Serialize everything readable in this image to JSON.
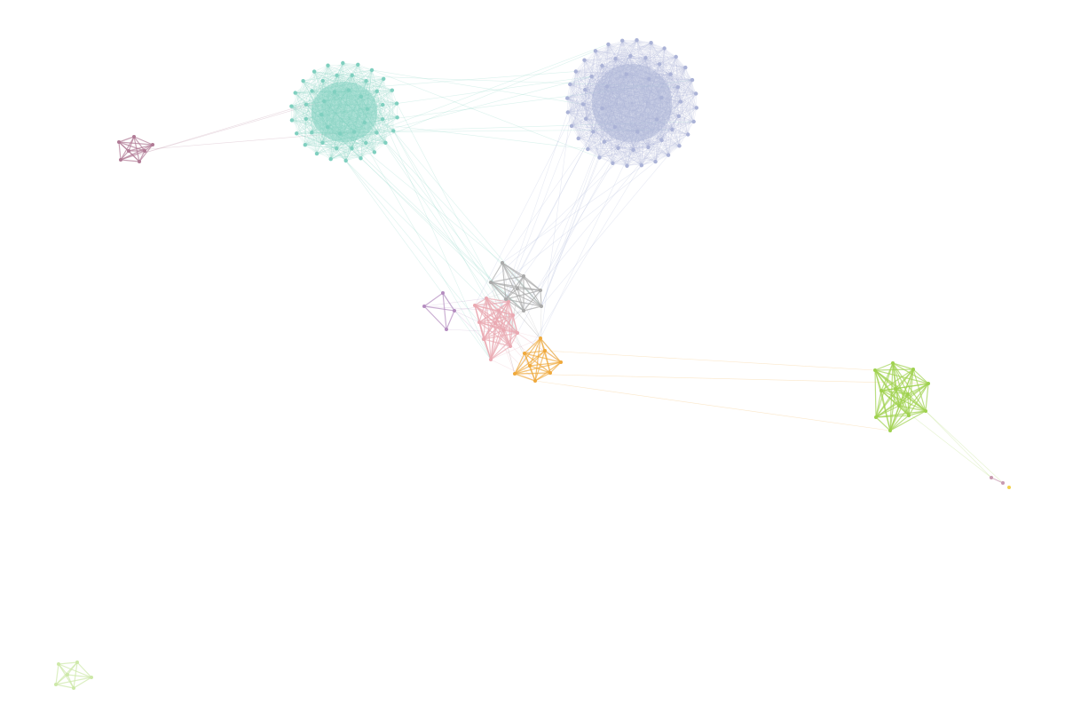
{
  "graph": {
    "background": "#ffffff",
    "clusters": [
      {
        "id": "mauve-cluster",
        "color": "#b07a95",
        "nodes": 7,
        "fill_style": "outline"
      },
      {
        "id": "teal-cluster",
        "color": "#7fcfbf",
        "nodes": 48,
        "fill_style": "dense"
      },
      {
        "id": "lavender-cluster",
        "color": "#aab2d6",
        "nodes": 56,
        "fill_style": "dense"
      },
      {
        "id": "purple-cluster",
        "color": "#b48cbf",
        "nodes": 4,
        "fill_style": "outline"
      },
      {
        "id": "gray-cluster",
        "color": "#a9a9a9",
        "nodes": 8,
        "fill_style": "outline"
      },
      {
        "id": "pink-cluster",
        "color": "#eaa9b2",
        "nodes": 12,
        "fill_style": "outline"
      },
      {
        "id": "orange-cluster",
        "color": "#efa93c",
        "nodes": 8,
        "fill_style": "outline"
      },
      {
        "id": "lime-cluster",
        "color": "#9fd14f",
        "nodes": 12,
        "fill_style": "outline"
      },
      {
        "id": "small-pair",
        "color": "#c89ab0",
        "nodes": 2,
        "fill_style": "outline"
      },
      {
        "id": "yellow-node",
        "color": "#f3d24a",
        "nodes": 1,
        "fill_style": "outline"
      },
      {
        "id": "pale-green-cluster",
        "color": "#cde8a8",
        "nodes": 6,
        "fill_style": "outline"
      }
    ],
    "bridges": [
      {
        "from": "mauve-cluster",
        "to": "teal-cluster",
        "count": 3
      },
      {
        "from": "teal-cluster",
        "to": "lavender-cluster",
        "count": 12
      },
      {
        "from": "teal-cluster",
        "to": "pink-cluster",
        "count": 10
      },
      {
        "from": "teal-cluster",
        "to": "gray-cluster",
        "count": 6
      },
      {
        "from": "lavender-cluster",
        "to": "gray-cluster",
        "count": 12
      },
      {
        "from": "lavender-cluster",
        "to": "pink-cluster",
        "count": 6
      },
      {
        "from": "lavender-cluster",
        "to": "orange-cluster",
        "count": 3
      },
      {
        "from": "purple-cluster",
        "to": "pink-cluster",
        "count": 6
      },
      {
        "from": "pink-cluster",
        "to": "orange-cluster",
        "count": 10
      },
      {
        "from": "gray-cluster",
        "to": "orange-cluster",
        "count": 8
      },
      {
        "from": "gray-cluster",
        "to": "pink-cluster",
        "count": 10
      },
      {
        "from": "orange-cluster",
        "to": "lime-cluster",
        "count": 3
      },
      {
        "from": "lime-cluster",
        "to": "small-pair",
        "count": 3
      }
    ]
  }
}
